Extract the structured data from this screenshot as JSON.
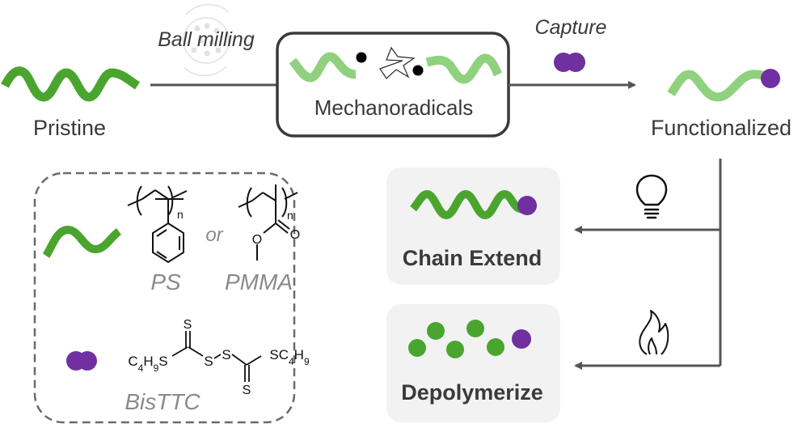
{
  "colors": {
    "polymer_dark": "#4aa52e",
    "polymer_light": "#8fd17e",
    "capture_agent": "#7030a0",
    "arrow": "#555555",
    "box_border": "#3a3a3a",
    "panel_bg": "#f2f2f2",
    "dashed_border": "#6b6b6b",
    "label_grey": "#8a8a8a"
  },
  "flow": {
    "start_label": "Pristine",
    "step1_label": "Ball milling",
    "step1_icon": "ball-mill-icon",
    "intermediate_label": "Mechanoradicals",
    "step2_label": "Capture",
    "end_label": "Functionalized"
  },
  "outcomes": [
    {
      "label": "Chain Extend",
      "trigger_icon": "lightbulb-icon"
    },
    {
      "label": "Depolymerize",
      "trigger_icon": "flame-icon"
    }
  ],
  "legend": {
    "polymer_connector": "or",
    "polymers": [
      {
        "name": "PS",
        "repeat_subscript": "n"
      },
      {
        "name": "PMMA",
        "repeat_subscript": "n"
      }
    ],
    "capture_agent": {
      "name": "BisTTC",
      "atoms": {
        "s": "S",
        "o": "O",
        "left_group": "C4H9S",
        "right_group": "SC4H9"
      }
    }
  }
}
